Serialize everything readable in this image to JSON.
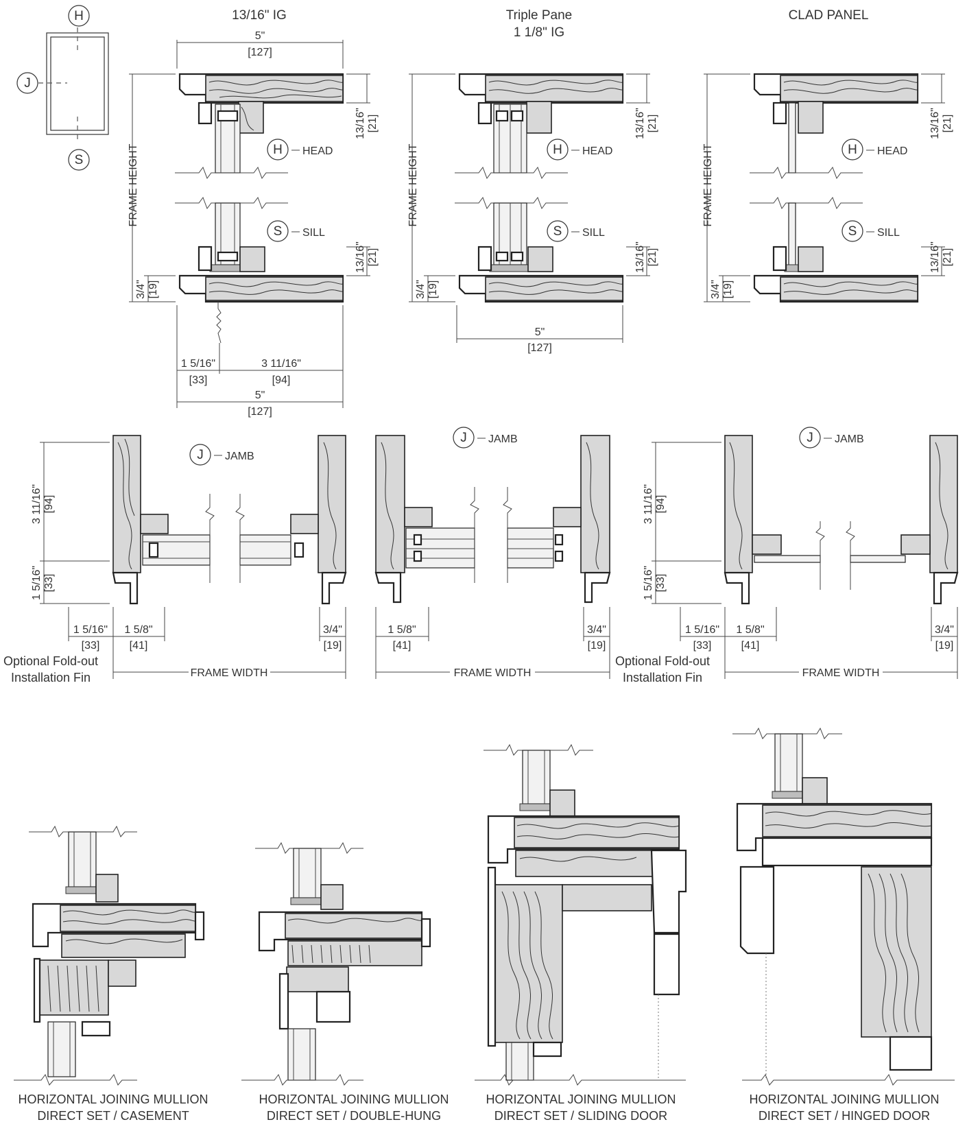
{
  "key_plan": {
    "head": "H",
    "jamb": "J",
    "sill": "S"
  },
  "vertical_sections": [
    {
      "title": "13/16\"  IG",
      "head_tag": "H",
      "head_label": "HEAD",
      "sill_tag": "S",
      "sill_label": "SILL",
      "frame_height_label": "FRAME HEIGHT",
      "dims": {
        "top_width": "5\"",
        "top_width_mm": "[127]",
        "head_depth": "13/16\"",
        "head_depth_mm": "[21]",
        "sill_depth": "13/16\"",
        "sill_depth_mm": "[21]",
        "sill_height": "3/4\"",
        "sill_height_mm": "[19]",
        "left_part": "1 5/16\"",
        "left_part_mm": "[33]",
        "right_part": "3 11/16\"",
        "right_part_mm": "[94]",
        "bottom_width": "5\"",
        "bottom_width_mm": "[127]"
      }
    },
    {
      "title_line1": "Triple Pane",
      "title_line2": "1 1/8\" IG",
      "head_tag": "H",
      "head_label": "HEAD",
      "sill_tag": "S",
      "sill_label": "SILL",
      "frame_height_label": "FRAME HEIGHT",
      "dims": {
        "head_depth": "13/16\"",
        "head_depth_mm": "[21]",
        "sill_depth": "13/16\"",
        "sill_depth_mm": "[21]",
        "sill_height": "3/4\"",
        "sill_height_mm": "[19]",
        "bottom_width": "5\"",
        "bottom_width_mm": "[127]"
      }
    },
    {
      "title": "CLAD PANEL",
      "head_tag": "H",
      "head_label": "HEAD",
      "sill_tag": "S",
      "sill_label": "SILL",
      "frame_height_label": "FRAME HEIGHT",
      "dims": {
        "head_depth": "13/16\"",
        "head_depth_mm": "[21]",
        "sill_depth": "13/16\"",
        "sill_depth_mm": "[21]",
        "sill_height": "3/4\"",
        "sill_height_mm": "[19]"
      }
    }
  ],
  "jamb_sections": [
    {
      "tag": "J",
      "label": "JAMB",
      "frame_width_label": "FRAME WIDTH",
      "dims": {
        "upper": "3 11/16\"",
        "upper_mm": "[94]",
        "lower": "1 5/16\"",
        "lower_mm": "[33]",
        "fin": "1 5/16\"",
        "fin_mm": "[33]",
        "left": "1 5/8\"",
        "left_mm": "[41]",
        "right": "3/4\"",
        "right_mm": "[19]"
      },
      "fin_note_line1": "Optional Fold-out",
      "fin_note_line2": "Installation Fin"
    },
    {
      "tag": "J",
      "label": "JAMB",
      "frame_width_label": "FRAME WIDTH",
      "dims": {
        "left": "1 5/8\"",
        "left_mm": "[41]",
        "right": "3/4\"",
        "right_mm": "[19]"
      }
    },
    {
      "tag": "J",
      "label": "JAMB",
      "frame_width_label": "FRAME WIDTH",
      "dims": {
        "upper": "3 11/16\"",
        "upper_mm": "[94]",
        "lower": "1 5/16\"",
        "lower_mm": "[33]",
        "fin": "1 5/16\"",
        "fin_mm": "[33]",
        "left": "1 5/8\"",
        "left_mm": "[41]",
        "right": "3/4\"",
        "right_mm": "[19]"
      },
      "fin_note_line1": "Optional Fold-out",
      "fin_note_line2": "Installation Fin"
    }
  ],
  "mullion_details": [
    {
      "line1": "HORIZONTAL JOINING MULLION",
      "line2": "DIRECT SET / CASEMENT"
    },
    {
      "line1": "HORIZONTAL JOINING MULLION",
      "line2": "DIRECT SET / DOUBLE-HUNG"
    },
    {
      "line1": "HORIZONTAL JOINING MULLION",
      "line2": "DIRECT SET / SLIDING DOOR"
    },
    {
      "line1": "HORIZONTAL JOINING MULLION",
      "line2": "DIRECT SET / HINGED DOOR"
    }
  ]
}
